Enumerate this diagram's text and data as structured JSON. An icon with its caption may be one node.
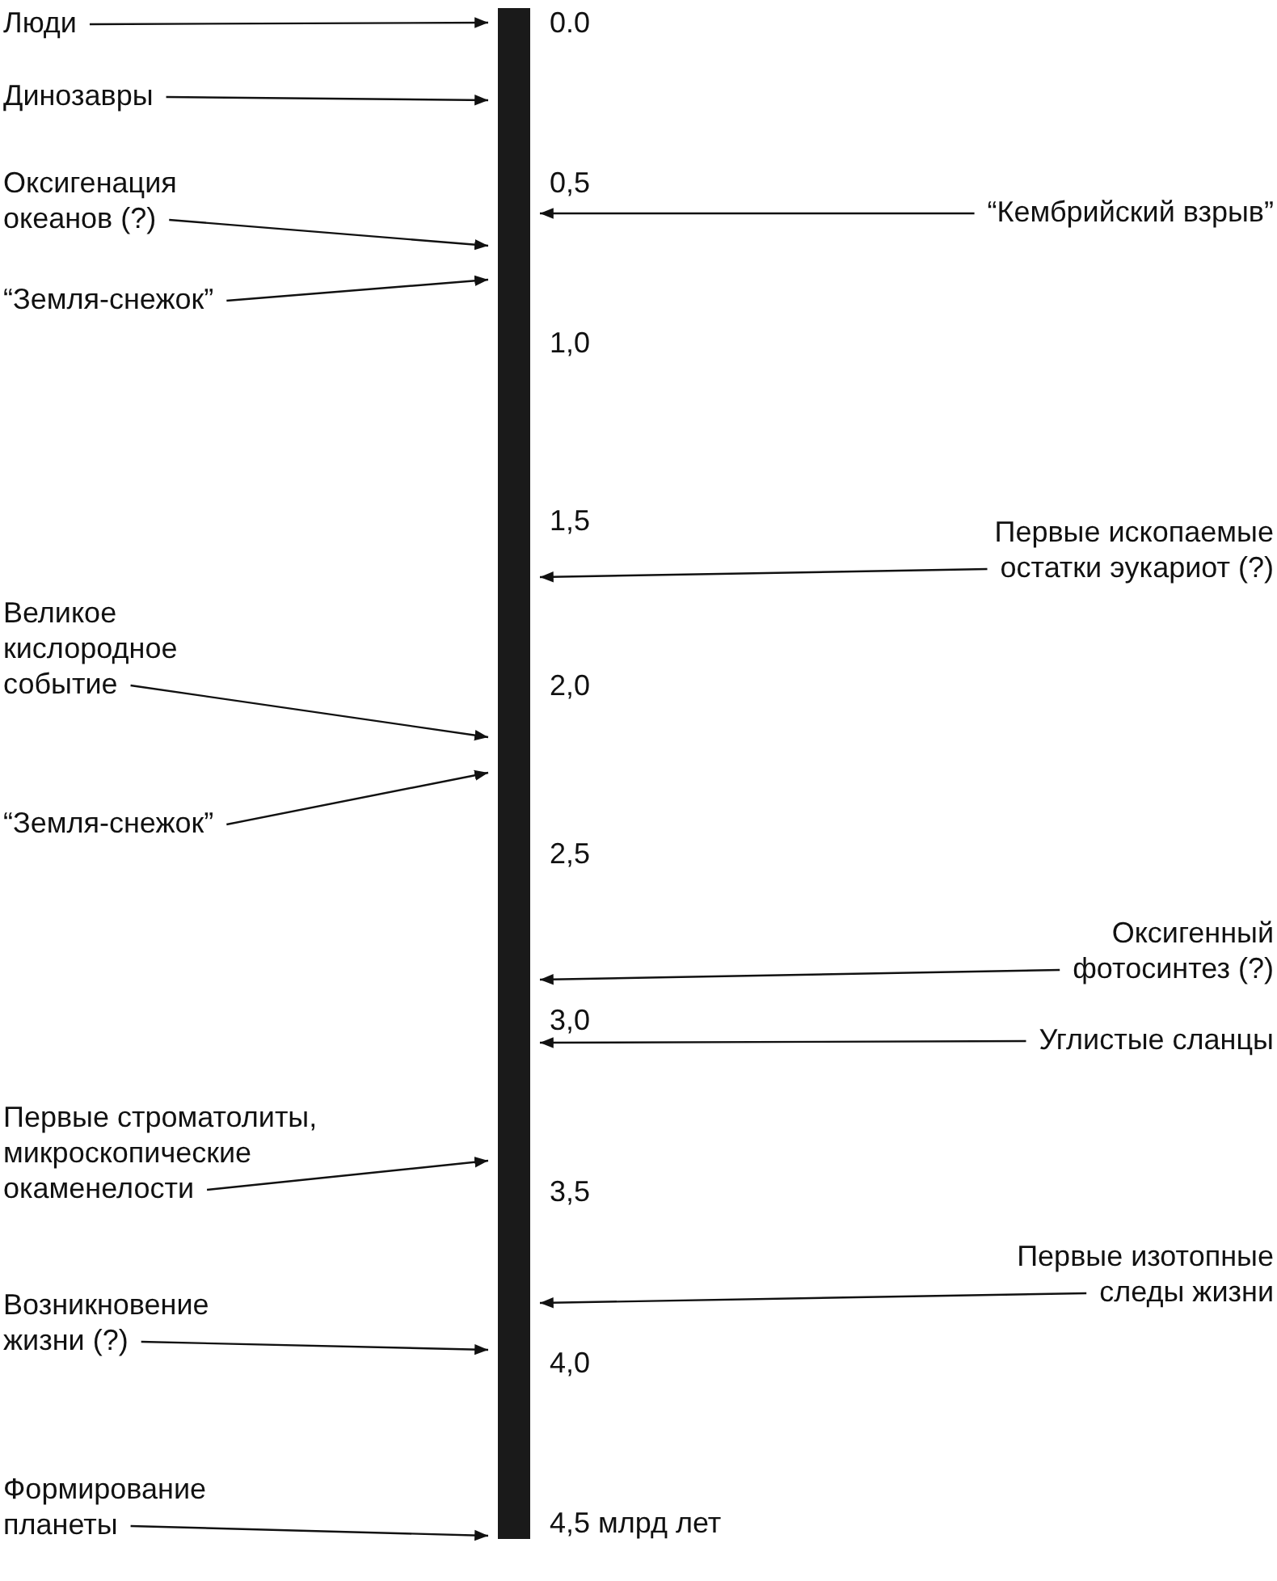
{
  "diagram": {
    "nodes": [
      {
        "text": [],
        "shape": "bar"
      },
      {
        "text": [
          "Люди"
        ]
      },
      {
        "text": [
          "Динозавры"
        ]
      },
      {
        "text": [
          "Оксигенация океанов (?)"
        ]
      },
      {
        "text": [
          "“Кембрийский взрыв”"
        ]
      },
      {
        "text": [
          "“Земля-снежок”"
        ]
      },
      {
        "text": [
          "Первые ископаемые остатки эукариот (?)"
        ]
      },
      {
        "text": [
          "Великое кислородное событие"
        ]
      },
      {
        "text": [
          "“Земля-снежок”"
        ]
      },
      {
        "text": [
          "Оксигенный фотосинтез (?)"
        ]
      },
      {
        "text": [
          "Углистые сланцы"
        ]
      },
      {
        "text": [
          "Первые строматолиты, микроскопические окаменелости"
        ]
      },
      {
        "text": [
          "Первые изотопные следы жизни"
        ]
      },
      {
        "text": [
          "Возникновение жизни (?)"
        ]
      },
      {
        "text": [
          "Формирование планеты"
        ]
      }
    ],
    "edges": [
      {
        "from": 1,
        "to": 0,
        "arrow": "to"
      },
      {
        "from": 2,
        "to": 0,
        "arrow": "to"
      },
      {
        "from": 3,
        "to": 0,
        "arrow": "to"
      },
      {
        "from": 4,
        "to": 0,
        "arrow": "to"
      },
      {
        "from": 5,
        "to": 0,
        "arrow": "to"
      },
      {
        "from": 6,
        "to": 0,
        "arrow": "to"
      },
      {
        "from": 7,
        "to": 0,
        "arrow": "to"
      },
      {
        "from": 8,
        "to": 0,
        "arrow": "to"
      },
      {
        "from": 9,
        "to": 0,
        "arrow": "to"
      },
      {
        "from": 10,
        "to": 0,
        "arrow": "to"
      },
      {
        "from": 11,
        "to": 0,
        "arrow": "to"
      },
      {
        "from": 12,
        "to": 0,
        "arrow": "to"
      },
      {
        "from": 13,
        "to": 0,
        "arrow": "to"
      },
      {
        "from": 14,
        "to": 0,
        "arrow": "to"
      }
    ],
    "labels": [
      "0.0",
      "0,5",
      "1,0",
      "1,5",
      "2,0",
      "2,5",
      "3,0",
      "3,5",
      "4,0",
      "4,5 млрд лет"
    ]
  }
}
